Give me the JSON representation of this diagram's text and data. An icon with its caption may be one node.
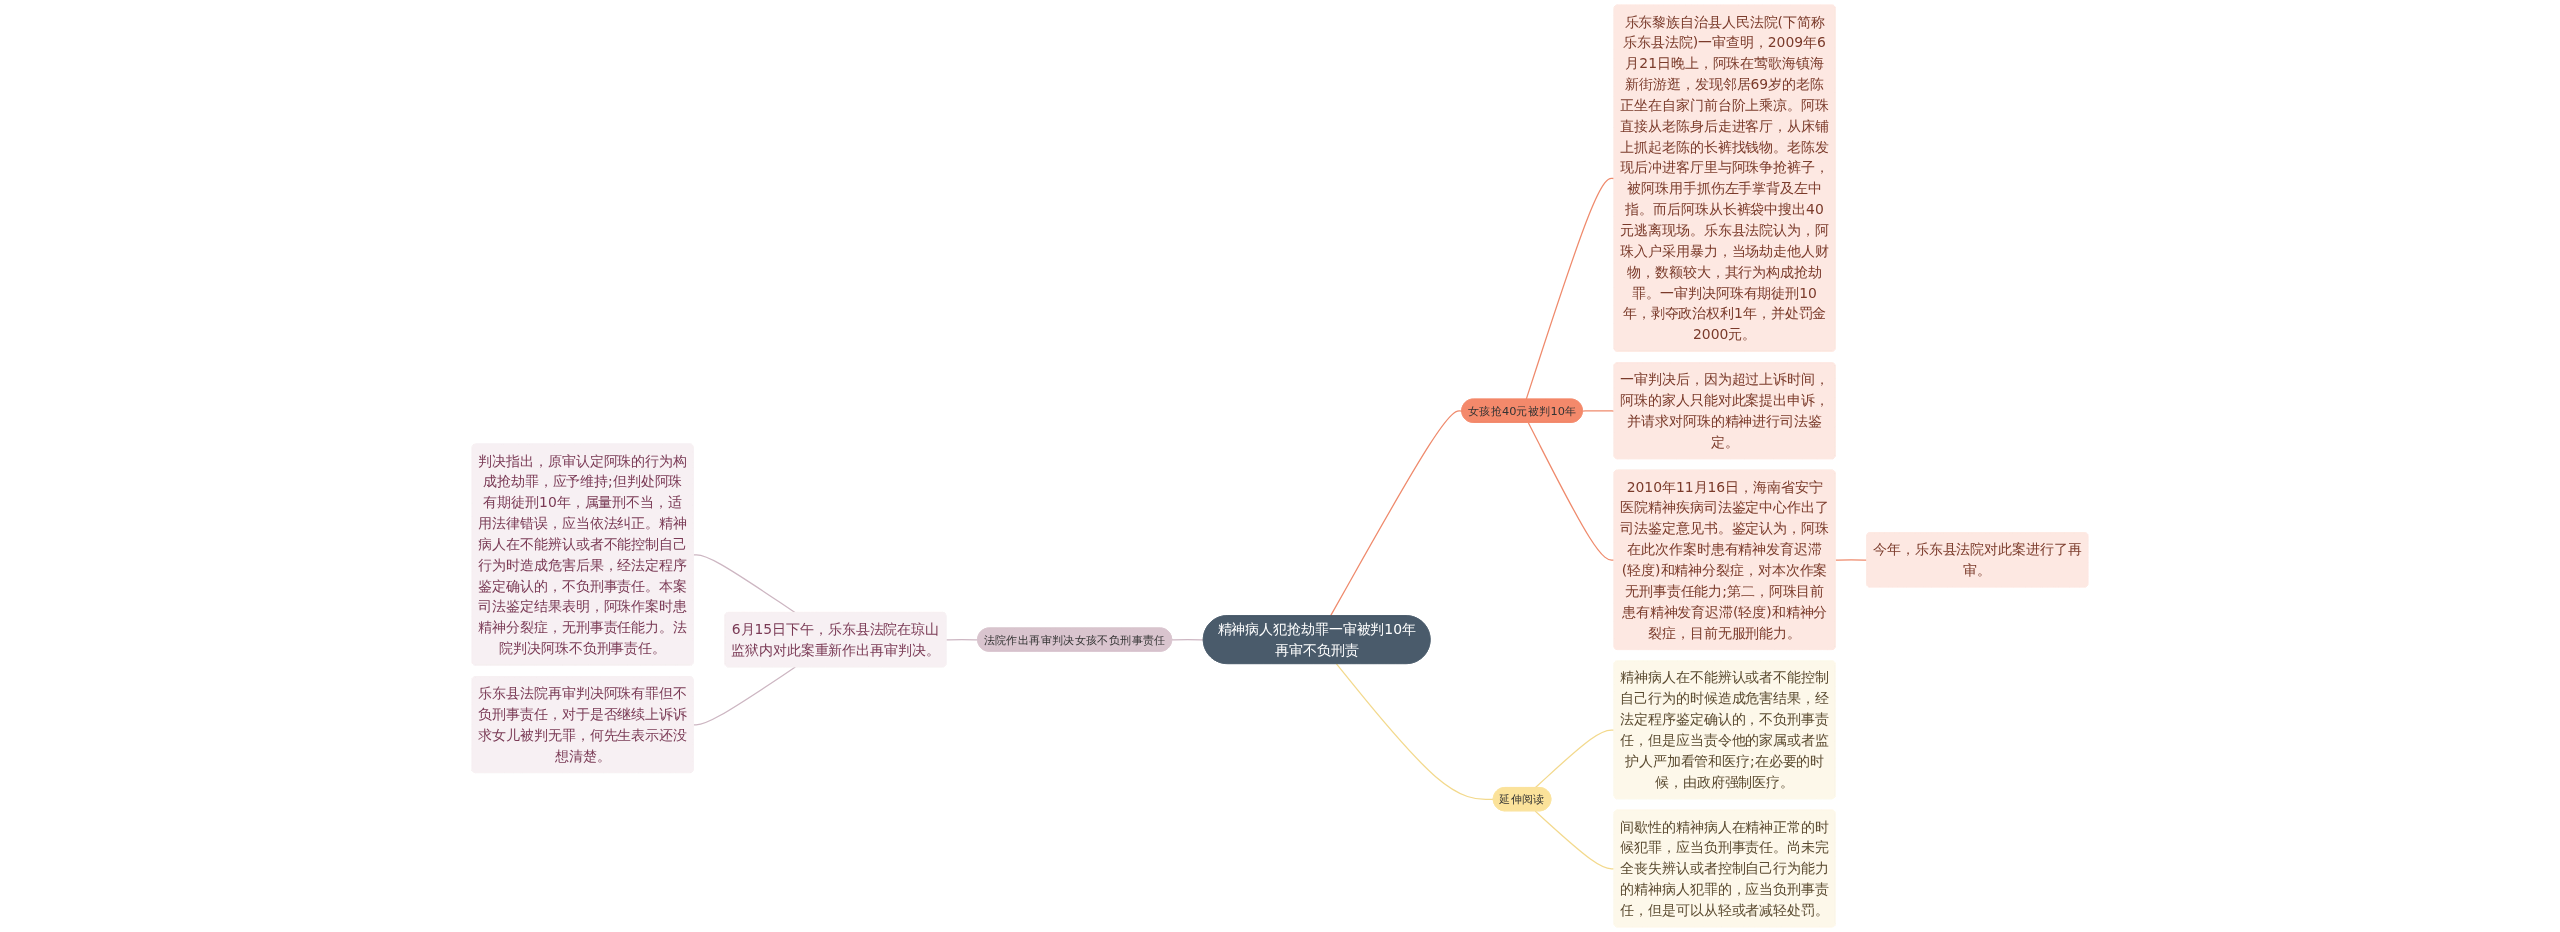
{
  "diagram": {
    "nodes": [
      {
        "text": [
          "精神病人犯抢劫罪一审被判10年再审不负刑责"
        ]
      },
      {
        "text": [
          "女孩抢40元被判10年"
        ]
      },
      {
        "text": [
          "乐东黎族自治县人民法院(下简称乐东县法院)一审查明，2009年6月21日晚上，阿珠在莺歌海镇海新街游逛，发现邻居69岁的老陈正坐在自家门前台阶上乘凉。阿珠直接从老陈身后走进客厅，从床铺上抓起老陈的长裤找钱物。老陈发现后冲进客厅里与阿珠争抢裤子，被阿珠用手抓伤左手掌背及左中指。而后阿珠从长裤袋中搜出40元逃离现场。乐东县法院认为，阿珠入户采用暴力，当场劫走他人财物，数额较大，其行为构成抢劫罪。一审判决阿珠有期徒刑10年，剥夺政治权利1年，并处罚金2000元。"
        ]
      },
      {
        "text": [
          "一审判决后，因为超过上诉时间，阿珠的家人只能对此案提出申诉，并请求对阿珠的精神进行司法鉴定。"
        ]
      },
      {
        "text": [
          "2010年11月16日，海南省安宁医院精神疾病司法鉴定中心作出了司法鉴定意见书。鉴定认为，阿珠在此次作案时患有精神发育迟滞(轻度)和精神分裂症，对本次作案无刑事责任能力;第二，阿珠目前患有精神发育迟滞(轻度)和精神分裂症，目前无服刑能力。"
        ]
      },
      {
        "text": [
          "今年，乐东县法院对此案进行了再审。"
        ]
      },
      {
        "text": [
          "延伸阅读"
        ]
      },
      {
        "text": [
          "精神病人在不能辨认或者不能控制自己行为的时候造成危害结果，经法定程序鉴定确认的，不负刑事责任，但是应当责令他的家属或者监护人严加看管和医疗;在必要的时候，由政府强制医疗。"
        ]
      },
      {
        "text": [
          "间歇性的精神病人在精神正常的时候犯罪，应当负刑事责任。尚未完全丧失辨认或者控制自己行为能力的精神病人犯罪的，应当负刑事责任，但是可以从轻或者减轻处罚。"
        ]
      },
      {
        "text": [
          "法院作出再审判决女孩不负刑事责任"
        ]
      },
      {
        "text": [
          "6月15日下午，乐东县法院在琼山监狱内对此案重新作出再审判决。"
        ]
      },
      {
        "text": [
          "判决指出，原审认定阿珠的行为构成抢劫罪，应予维持;但判处阿珠有期徒刑10年，属量刑不当，适用法律错误，应当依法纠正。精神病人在不能辨认或者不能控制自己行为时造成危害后果，经法定程序鉴定确认的，不负刑事责任。本案司法鉴定结果表明，阿珠作案时患精神分裂症，无刑事责任能力。法院判决阿珠不负刑事责任。"
        ]
      },
      {
        "text": [
          "乐东县法院再审判决阿珠有罪但不负刑事责任，对于是否继续上诉诉求女儿被判无罪，何先生表示还没想清楚。"
        ]
      }
    ],
    "edges": [
      {
        "from": 0,
        "to": 1,
        "arrow": "none",
        "color": "#ef8a6c"
      },
      {
        "from": 1,
        "to": 2,
        "arrow": "none",
        "color": "#ef8a6c"
      },
      {
        "from": 1,
        "to": 3,
        "arrow": "none",
        "color": "#ef8a6c"
      },
      {
        "from": 1,
        "to": 4,
        "arrow": "none",
        "color": "#ef8a6c"
      },
      {
        "from": 4,
        "to": 5,
        "arrow": "none",
        "color": "#ef8a6c"
      },
      {
        "from": 0,
        "to": 6,
        "arrow": "none",
        "color": "#f3d98c"
      },
      {
        "from": 6,
        "to": 7,
        "arrow": "none",
        "color": "#f3d98c"
      },
      {
        "from": 6,
        "to": 8,
        "arrow": "none",
        "color": "#f3d98c"
      },
      {
        "from": 0,
        "to": 9,
        "arrow": "none",
        "color": "#cdb6c2"
      },
      {
        "from": 9,
        "to": 10,
        "arrow": "none",
        "color": "#cdb6c2"
      },
      {
        "from": 10,
        "to": 11,
        "arrow": "none",
        "color": "#cdb6c2"
      },
      {
        "from": 10,
        "to": 12,
        "arrow": "none",
        "color": "#cdb6c2"
      }
    ]
  }
}
